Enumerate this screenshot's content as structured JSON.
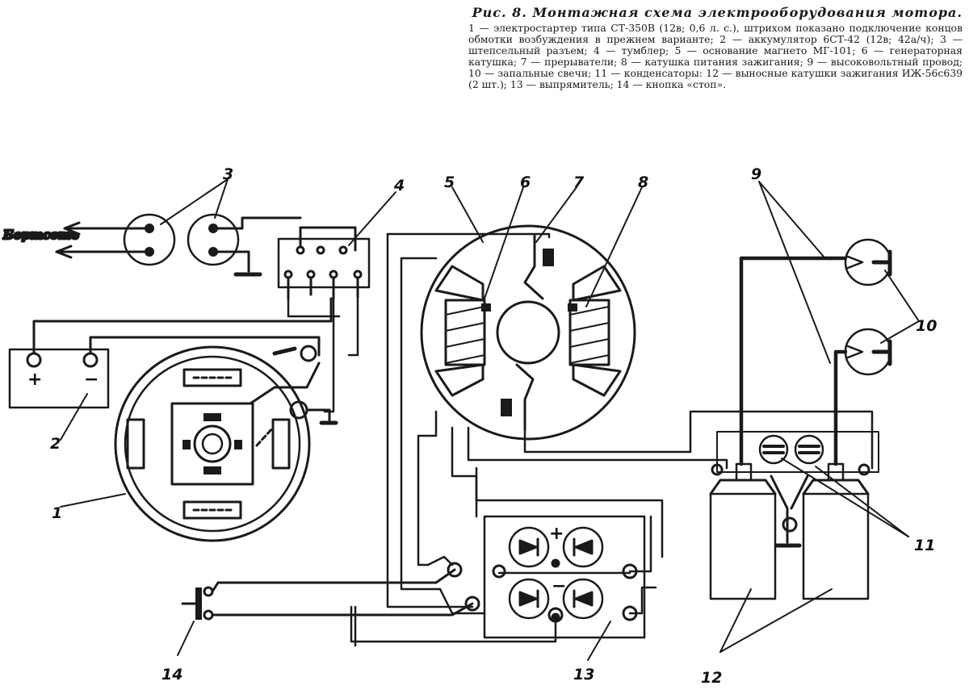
{
  "caption": {
    "title": "Рис. 8. Монтажная схема электрооборудования мотора.",
    "body": "1 — электростартер типа СТ-350В (12в; 0,6 л. с.), штрихом показано подключение концов обмотки возбуждения в прежнем варианте; 2 — аккумулятор 6СТ-42 (12в; 42а/ч); 3 — штепсельный разъем; 4 — тумблер; 5 — основание магнето МГ-101; 6 — генераторная катушка; 7 — прерыватели; 8 — катушка питания зажигания; 9 — высоковольтный провод; 10 — запальные свечи; 11 — конденсаторы: 12 — выносные катушки зажигания ИЖ-56с639 (2 шт.); 13 — выпрямитель; 14 — кнопка «стоп»."
  },
  "labels": {
    "l1": "1",
    "l2": "2",
    "l3": "3",
    "l4": "4",
    "l5": "5",
    "l6": "6",
    "l7": "7",
    "l8": "8",
    "l9": "9",
    "l10": "10",
    "l11": "11",
    "l12": "12",
    "l13": "13",
    "l14": "14"
  },
  "battery": {
    "plus": "+",
    "minus": "−"
  },
  "rectifier": {
    "plus": "+",
    "minus": "−"
  },
  "side_text": "Бортсеть",
  "colors": {
    "ink": "#1a1a1a",
    "paper": "#ffffff"
  }
}
